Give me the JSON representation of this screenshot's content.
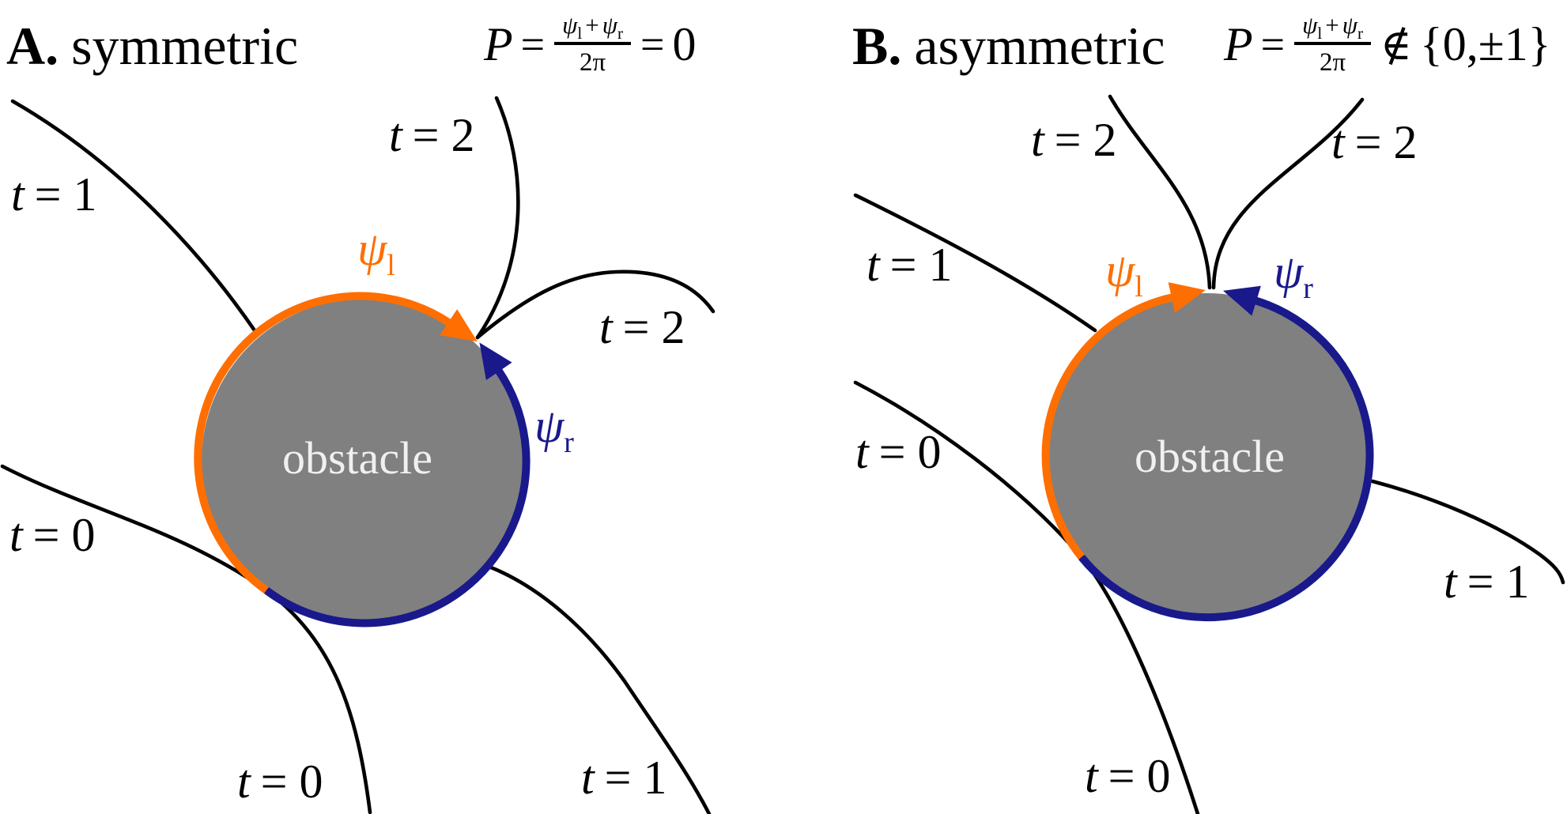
{
  "colors": {
    "orange": "#FF6E00",
    "navy": "#19198C",
    "gray": "#808080",
    "ink": "#000000",
    "obstacle-text": "#F0F0F0",
    "bg": "#FFFFFF"
  },
  "panels": [
    {
      "letter": "A.",
      "title": "symmetric",
      "formula": {
        "lhs": "P",
        "eq": "=",
        "num_psi1": "ψ",
        "num_sub1": "l",
        "num_plus": "+",
        "num_psi2": "ψ",
        "num_sub2": "r",
        "den": "2π",
        "relation": "=",
        "rhs": "0"
      },
      "obstacle": "obstacle",
      "psi_left": {
        "sym": "ψ",
        "sub": "l"
      },
      "psi_right": {
        "sym": "ψ",
        "sub": "r"
      },
      "t_labels": [
        {
          "var": "t",
          "rest": "= 1"
        },
        {
          "var": "t",
          "rest": "= 2"
        },
        {
          "var": "t",
          "rest": "= 2"
        },
        {
          "var": "t",
          "rest": "= 0"
        },
        {
          "var": "t",
          "rest": "= 0"
        },
        {
          "var": "t",
          "rest": "= 1"
        }
      ]
    },
    {
      "letter": "B.",
      "title": "asymmetric",
      "formula": {
        "lhs": "P",
        "eq": "=",
        "num_psi1": "ψ",
        "num_sub1": "l",
        "num_plus": "+",
        "num_psi2": "ψ",
        "num_sub2": "r",
        "den": "2π",
        "relation": "∉",
        "rhs": "{0,±1}"
      },
      "obstacle": "obstacle",
      "psi_left": {
        "sym": "ψ",
        "sub": "l"
      },
      "psi_right": {
        "sym": "ψ",
        "sub": "r"
      },
      "t_labels": [
        {
          "var": "t",
          "rest": "= 2"
        },
        {
          "var": "t",
          "rest": "= 2"
        },
        {
          "var": "t",
          "rest": "= 1"
        },
        {
          "var": "t",
          "rest": "= 0"
        },
        {
          "var": "t",
          "rest": "= 0"
        },
        {
          "var": "t",
          "rest": "= 1"
        }
      ]
    }
  ]
}
